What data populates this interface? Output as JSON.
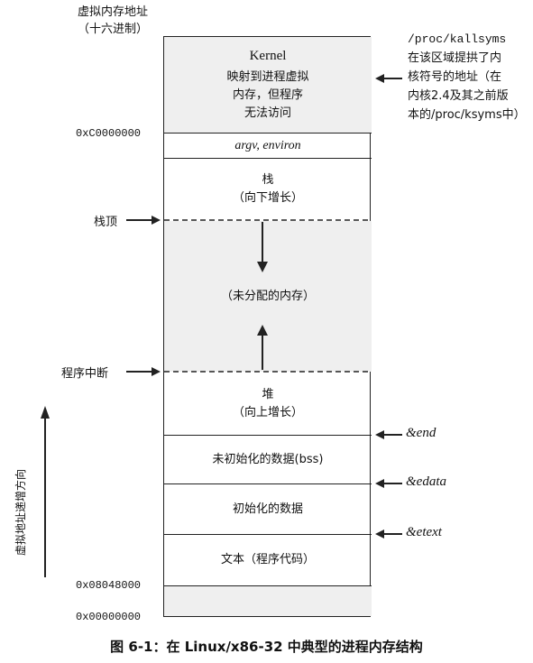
{
  "header": {
    "title_line1": "虚拟内存地址",
    "title_line2": "（十六进制）"
  },
  "segments": {
    "kernel": {
      "title": "Kernel",
      "line1": "映射到进程虚拟",
      "line2": "内存，但程序",
      "line3": "无法访问"
    },
    "argv": "argv, environ",
    "stack": {
      "line1": "栈",
      "line2": "（向下增长）"
    },
    "unallocated": "（未分配的内存）",
    "heap": {
      "line1": "堆",
      "line2": "（向上增长）"
    },
    "bss": "未初始化的数据(bss)",
    "data": "初始化的数据",
    "text": "文本（程序代码）"
  },
  "addresses": {
    "kernel_base": "0xC0000000",
    "text_start": "0x08048000",
    "zero": "0x00000000"
  },
  "left_labels": {
    "stack_top": "栈顶",
    "program_break": "程序中断",
    "direction": "虚拟地址递增方向"
  },
  "right_labels": {
    "kallsyms_path": "/proc/kallsyms",
    "kallsyms_desc1": "在该区域提拱了内",
    "kallsyms_desc2": "核符号的地址（在",
    "kallsyms_desc3": "内核2.4及其之前版",
    "kallsyms_desc4": "本的/proc/ksyms中）",
    "end": "&end",
    "edata": "&edata",
    "etext": "&etext"
  },
  "caption": "图 6-1：在 Linux/x86-32 中典型的进程内存结构",
  "colors": {
    "shade": "#efefef",
    "border": "#222222"
  }
}
